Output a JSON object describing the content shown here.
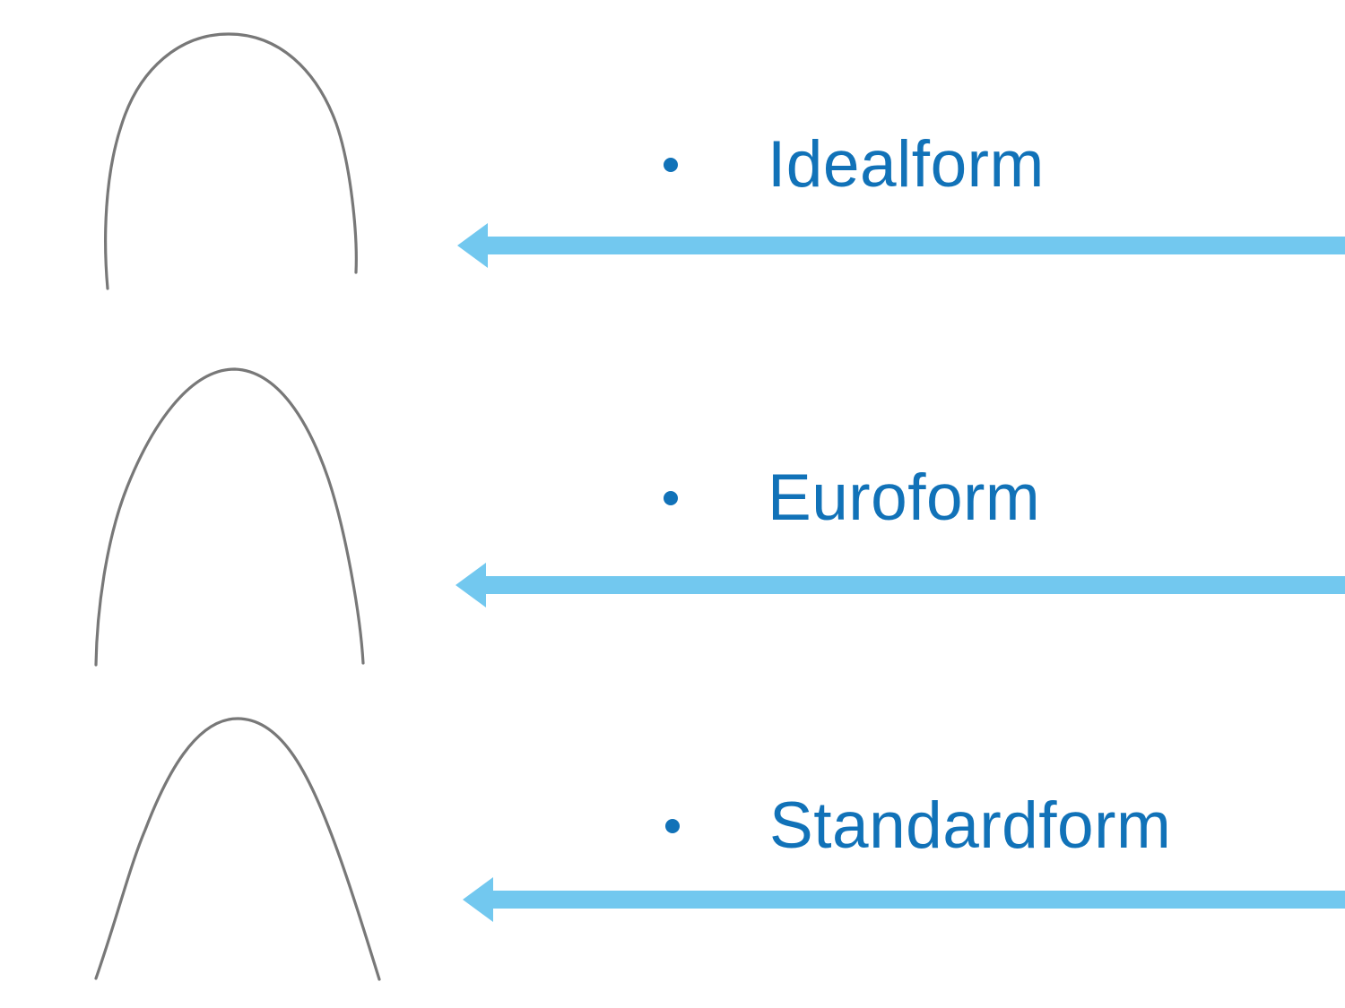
{
  "slide": {
    "background_color": "#ffffff",
    "label_color": "#1172b8",
    "arrow_color": "#72c8ef",
    "wire_color": "#6d6d6d",
    "bullet_icon": "filled-circle",
    "arrow_icon": "left-arrow",
    "rows": [
      {
        "label": "Idealform",
        "image": "idealform-archwire"
      },
      {
        "label": "Euroform",
        "image": "euroform-archwire"
      },
      {
        "label": "Standardform",
        "image": "standardform-archwire"
      }
    ]
  }
}
